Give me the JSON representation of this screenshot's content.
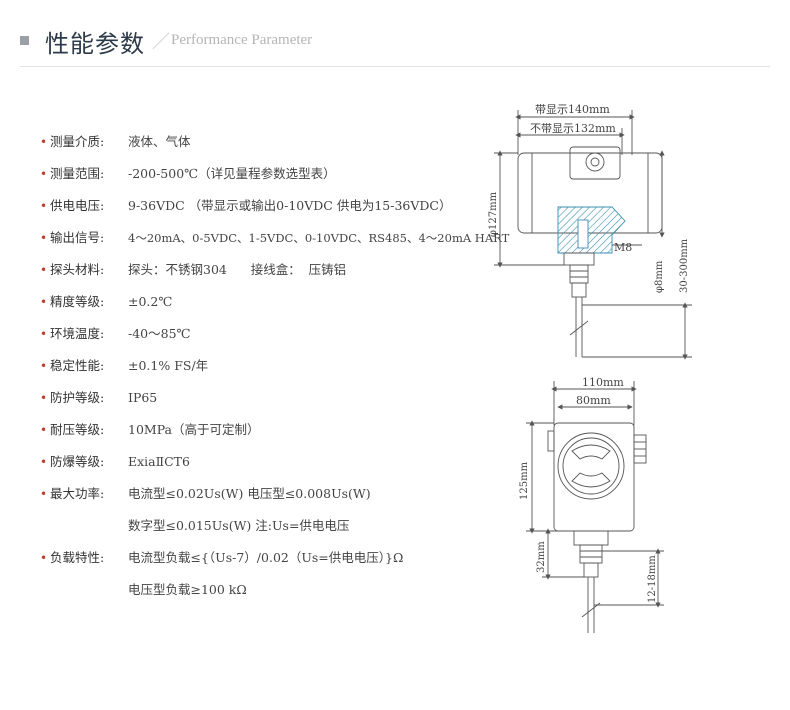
{
  "header": {
    "title": "性能参数",
    "subtitle": "Performance Parameter"
  },
  "params": [
    {
      "label": "测量介质:",
      "value": "液体、气体"
    },
    {
      "label": "测量范围:",
      "value": "-200-500℃（详见量程参数选型表）"
    },
    {
      "label": "供电电压:",
      "value": "9-36VDC （带显示或输出0-10VDC 供电为15-36VDC）"
    },
    {
      "label": "输出信号:",
      "value": "4～20mA、0-5VDC、1-5VDC、0-10VDC、RS485、4～20mA  HART"
    },
    {
      "label": "探头材料:",
      "value": "探头：不锈钢304      接线盒：  压铸铝"
    },
    {
      "label": "精度等级:",
      "value": "±0.2℃"
    },
    {
      "label": "环境温度:",
      "value": "-40～85℃"
    },
    {
      "label": "稳定性能:",
      "value": "±0.1% FS/年"
    },
    {
      "label": "防护等级:",
      "value": "IP65"
    },
    {
      "label": "耐压等级:",
      "value": "10MPa（高于可定制）"
    },
    {
      "label": "防爆等级:",
      "value": "ExiaⅡCT6"
    },
    {
      "label": "最大功率:",
      "value": "电流型≤0.02Us(W)  电压型≤0.008Us(W)"
    },
    {
      "label": "",
      "value": "数字型≤0.015Us(W)   注:Us=供电电压"
    },
    {
      "label": "负载特性:",
      "value": "电流型负载≤{（Us-7）/0.02（Us=供电电压）}Ω"
    },
    {
      "label": "",
      "value": "电压型负载≥100 kΩ"
    }
  ],
  "drawing": {
    "dim_display": "带显示140mm",
    "dim_no_display": "不带显示132mm",
    "dim_height": "φ127mm",
    "thread": "M8",
    "probe_dia": "φ8mm",
    "probe_len": "30-300mm",
    "dim_width_total": "110mm",
    "dim_width_body": "80mm",
    "dim_height_front": "125mm",
    "dim_neck": "32mm",
    "dim_thread_len": "12-18mm"
  }
}
